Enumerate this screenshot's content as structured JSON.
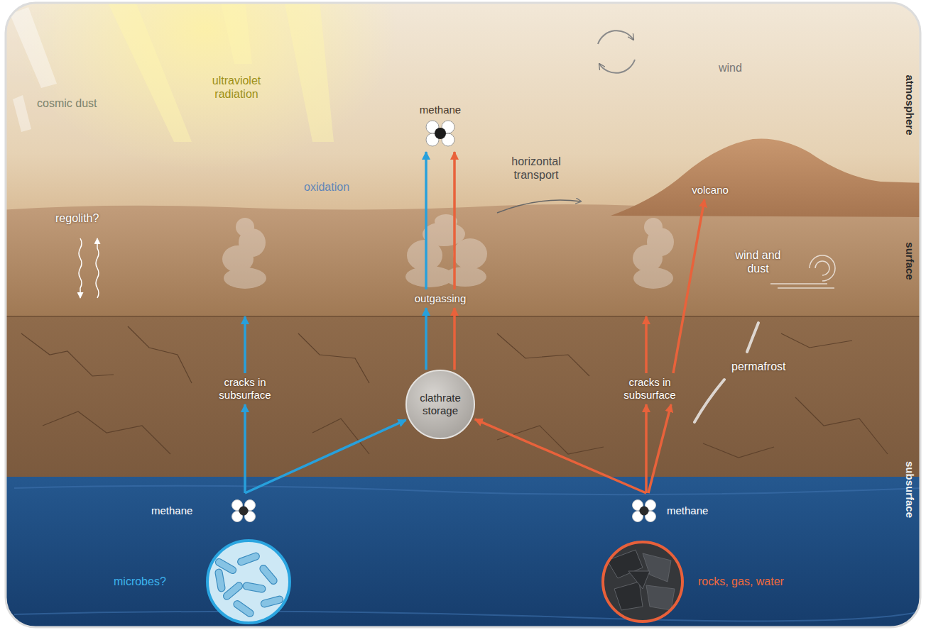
{
  "diagram": {
    "nodes": [
      {
        "text": [
          "methane"
        ]
      },
      {
        "text": [
          "volcano"
        ]
      },
      {
        "text": [
          "outgassing"
        ]
      },
      {
        "text": [
          "cracks in subsurface"
        ]
      },
      {
        "text": [
          "clathrate storage"
        ]
      },
      {
        "text": [
          "cracks in subsurface"
        ]
      },
      {
        "text": [
          "methane"
        ]
      },
      {
        "text": [
          "methane"
        ]
      },
      {
        "text": [
          "microbes?"
        ]
      },
      {
        "text": [
          "rocks, gas, water"
        ]
      }
    ],
    "edges": [
      {
        "from": 6,
        "to": 3,
        "arrow": "to"
      },
      {
        "from": 6,
        "to": 4,
        "arrow": "to"
      },
      {
        "from": 4,
        "to": 2,
        "arrow": "to"
      },
      {
        "from": 4,
        "to": 2,
        "arrow": "to"
      },
      {
        "from": 2,
        "to": 0,
        "arrow": "to"
      },
      {
        "from": 2,
        "to": 0,
        "arrow": "to"
      },
      {
        "from": 7,
        "to": 4,
        "arrow": "to"
      },
      {
        "from": 7,
        "to": 5,
        "arrow": "to"
      },
      {
        "from": 7,
        "to": 5,
        "arrow": "to"
      },
      {
        "from": 5,
        "to": 1,
        "arrow": "to"
      }
    ],
    "labels": [
      "cosmic dust",
      "ultraviolet radiation",
      "wind",
      "atmosphere",
      "oxidation",
      "horizontal transport",
      "regolith?",
      "surface",
      "wind and dust",
      "permafrost",
      "subsurface"
    ]
  }
}
